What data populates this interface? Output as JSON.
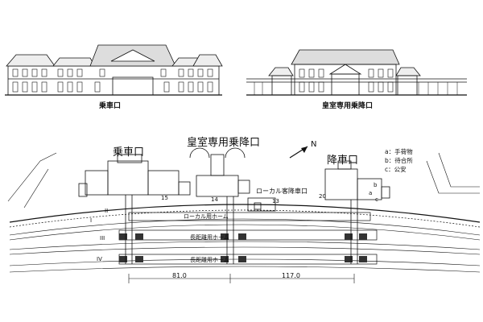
{
  "captions": {
    "left_elevation": "乗車口",
    "right_elevation": "皇室専用乗降口"
  },
  "plan": {
    "labels": {
      "boarding": "乗車口",
      "imperial": "皇室専用乗降口",
      "alighting": "降車口",
      "local_entrance": "ローカル客降車口",
      "local_platform": "ローカル用ホーム",
      "long_platform_1": "長距離用ホーム",
      "long_platform_2": "長距離用ホーム",
      "north": "N"
    },
    "track_numbers": [
      "I",
      "II",
      "III",
      "IV"
    ],
    "dimensions": [
      "81.0",
      "117.0"
    ],
    "bay_numbers": [
      "15",
      "14",
      "13",
      "20"
    ],
    "room_letters": [
      "a",
      "b",
      "c"
    ]
  },
  "legend": [
    "a：手荷物",
    "b：待合所",
    "c：公安"
  ],
  "colors": {
    "ink": "#111111",
    "paper": "#ffffff"
  }
}
